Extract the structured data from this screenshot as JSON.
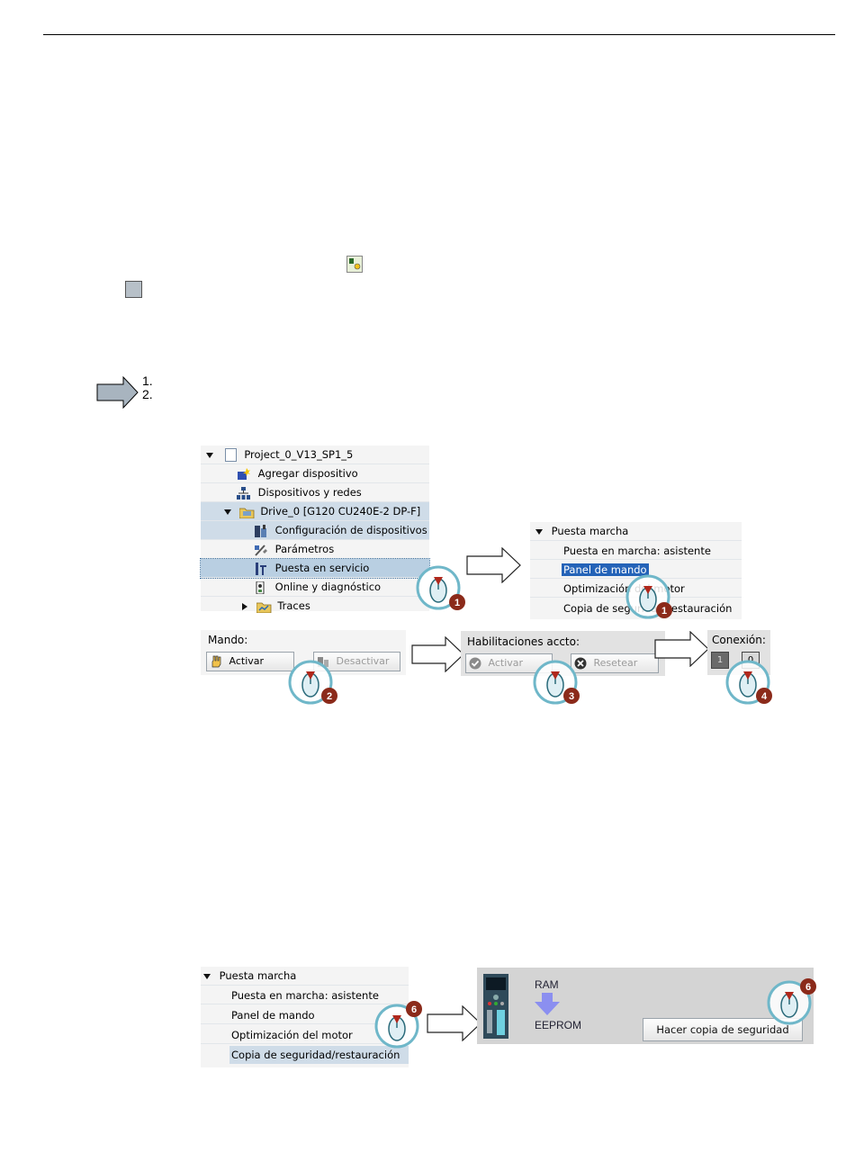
{
  "steps": [
    "1.",
    "2."
  ],
  "tree": {
    "project": "Project_0_V13_SP1_5",
    "items": [
      {
        "label": "Agregar dispositivo",
        "icon": "add-device-icon"
      },
      {
        "label": "Dispositivos y redes",
        "icon": "network-icon"
      },
      {
        "label": "Drive_0 [G120 CU240E-2 DP-F]",
        "icon": "drive-folder-icon"
      },
      {
        "label": "Configuración de dispositivos",
        "icon": "device-config-icon"
      },
      {
        "label": "Parámetros",
        "icon": "parameters-icon"
      },
      {
        "label": "Puesta en servicio",
        "icon": "commissioning-icon"
      },
      {
        "label": "Online y diagnóstico",
        "icon": "online-diagnostics-icon"
      },
      {
        "label": "Traces",
        "icon": "traces-folder-icon"
      }
    ]
  },
  "commissioning_menu": {
    "header": "Puesta marcha",
    "items": [
      "Puesta en marcha: asistente",
      "Panel de mando",
      "Optimización del motor",
      "Copia de seguridad/restauración"
    ]
  },
  "control": {
    "mando_label": "Mando:",
    "activar": "Activar",
    "desactivar": "Desactivar",
    "habilitaciones_label": "Habilitaciones accto:",
    "activar2": "Activar",
    "resetear": "Resetear",
    "conexion_label": "Conexión:",
    "on": "1",
    "off": "0"
  },
  "backup": {
    "ram": "RAM",
    "eeprom": "EEPROM",
    "button": "Hacer copia de seguridad"
  },
  "step_badges": [
    "1",
    "1",
    "2",
    "3",
    "4",
    "6",
    "6"
  ],
  "colors": {
    "badge": "#8b2a1a",
    "selection": "#2463b8",
    "highlight": "#b9cfe2",
    "mouse": "#6fb7c9"
  }
}
